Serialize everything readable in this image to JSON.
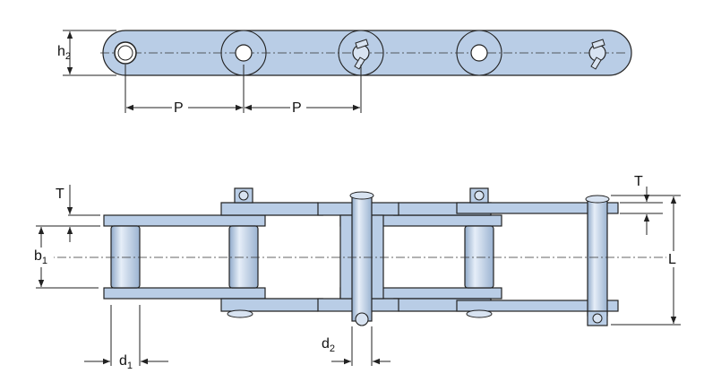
{
  "colors": {
    "plate_fill": "#b9cde6",
    "roller_fill": "#c8d7ea",
    "pin_fill": "#d8e3f1",
    "outline": "#222222",
    "background": "#ffffff"
  },
  "top_view": {
    "h_symbol": "h",
    "h_index": "2",
    "pitch_left": "P",
    "pitch_right": "P"
  },
  "side_view": {
    "t_left": "T",
    "t_right": "T",
    "b_symbol": "b",
    "b_index": "1",
    "length": "L",
    "d1_symbol": "d",
    "d1_index": "1",
    "d2_symbol": "d",
    "d2_index": "2"
  }
}
